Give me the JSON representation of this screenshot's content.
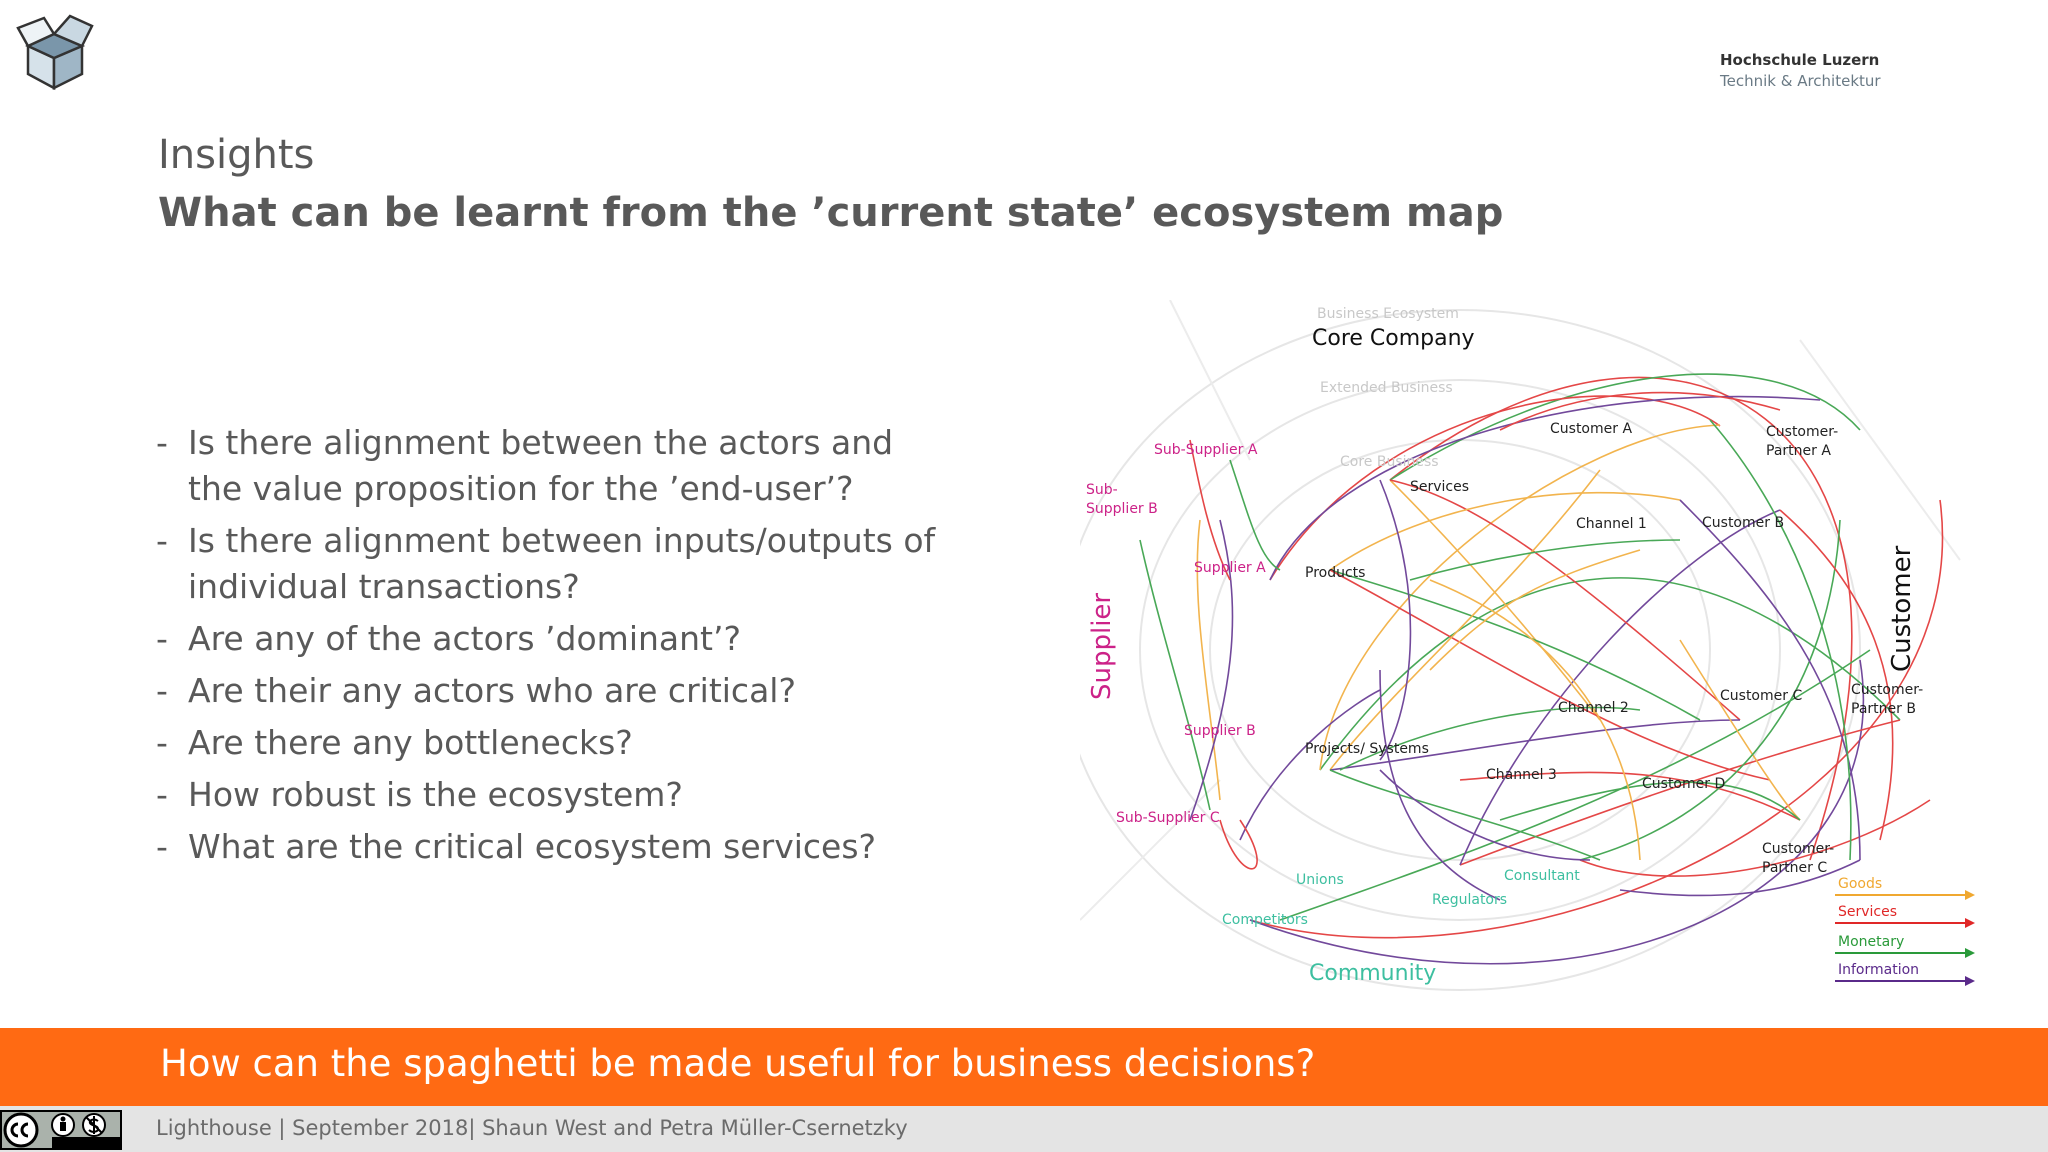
{
  "header": {
    "university_name": "Hochschule Luzern",
    "university_department": "Technik & Architektur"
  },
  "slide": {
    "title": "Insights",
    "subtitle": "What can be learnt from the ’current state’ ecosystem map",
    "bullets": [
      "Is there alignment between the actors and the value proposition for the ’end-user’?",
      "Is there alignment between inputs/outputs of individual transactions?",
      "Are any of the actors ’dominant’?",
      "Are their any actors who are critical?",
      "Are there any bottlenecks?",
      "How robust is the ecosystem?",
      "What are the critical ecosystem services?"
    ]
  },
  "diagram": {
    "rings": {
      "outer": "Business Ecosystem",
      "middle": "Extended Business",
      "inner": "Core Business"
    },
    "core_company": "Core Company",
    "supplier_label": "Supplier",
    "customer_label": "Customer",
    "community_label": "Community",
    "nodes": {
      "sub_supplier_a": "Sub-Supplier A",
      "sub_supplier_b_1": "Sub-",
      "sub_supplier_b_2": "Supplier B",
      "sub_supplier_c": "Sub-Supplier C",
      "supplier_a": "Supplier A",
      "supplier_b": "Supplier B",
      "services": "Services",
      "products": "Products",
      "projects": "Projects/ Systems",
      "customer_a": "Customer A",
      "customer_b": "Customer B",
      "customer_c": "Customer C",
      "customer_d": "Customer D",
      "partner_a_1": "Customer-",
      "partner_a_2": "Partner A",
      "partner_b_1": "Customer-",
      "partner_b_2": "Partner B",
      "partner_c_1": "Customer-",
      "partner_c_2": "Partner C",
      "channel_1": "Channel 1",
      "channel_2": "Channel 2",
      "channel_3": "Channel 3",
      "unions": "Unions",
      "consultant": "Consultant",
      "regulators": "Regulators",
      "competitors": "Competitors"
    },
    "legend": [
      {
        "label": "Goods",
        "color": "#f0a830"
      },
      {
        "label": "Services",
        "color": "#e02828"
      },
      {
        "label": "Monetary",
        "color": "#2a9a3a"
      },
      {
        "label": "Information",
        "color": "#5a2a8a"
      }
    ],
    "colors": {
      "supplier": "#cc2288",
      "community": "#3dbfa0",
      "node": "#222222"
    }
  },
  "banner": {
    "text": "How can the spaghetti be made useful for business decisions?"
  },
  "footer": {
    "text": "Lighthouse | September 2018| Shaun West and Petra Müller-Csernetzky"
  }
}
